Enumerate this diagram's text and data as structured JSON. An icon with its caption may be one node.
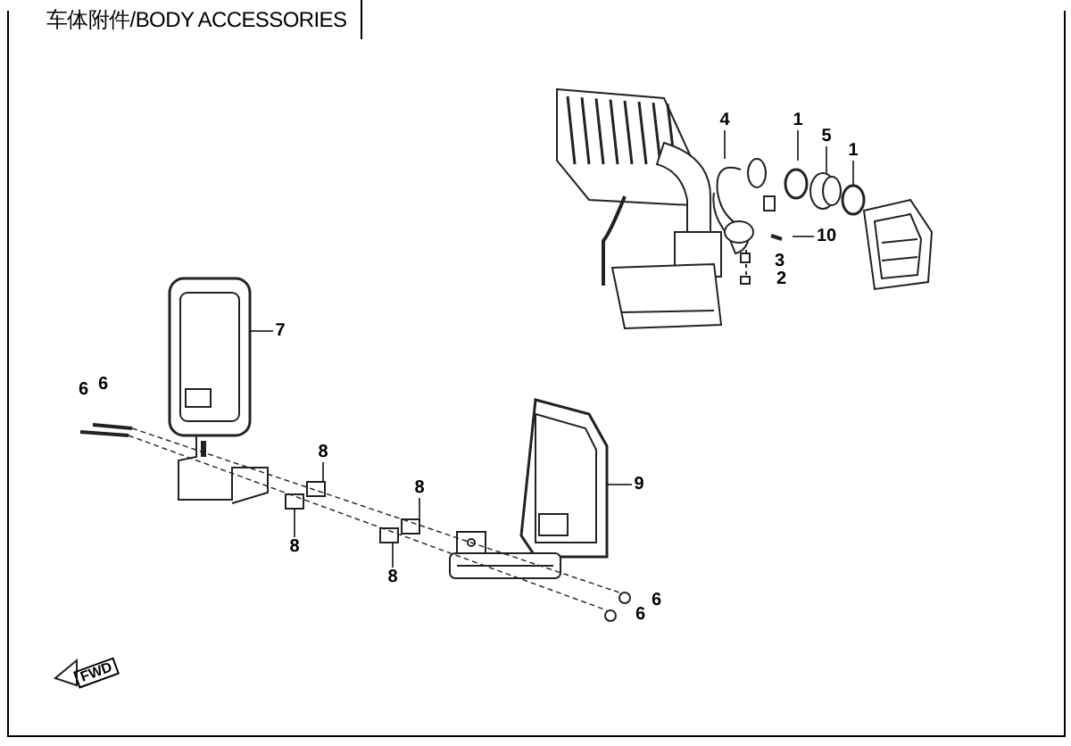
{
  "diagram": {
    "title": "车体附件/BODY ACCESSORIES",
    "nodes": [
      {
        "text": [
          "4"
        ]
      },
      {
        "text": [
          "1"
        ]
      },
      {
        "text": [
          "5"
        ]
      },
      {
        "text": [
          "1"
        ]
      },
      {
        "text": [
          "10"
        ]
      },
      {
        "text": [
          "7"
        ]
      },
      {
        "text": [
          "8"
        ]
      },
      {
        "text": [
          "8"
        ]
      },
      {
        "text": [
          "8"
        ]
      },
      {
        "text": [
          "8"
        ]
      },
      {
        "text": [
          "9"
        ]
      },
      {
        "text": [],
        "shape": "circle"
      },
      {
        "text": [],
        "shape": "circle"
      },
      {
        "text": [],
        "shape": "picture"
      },
      {
        "text": [],
        "shape": "picture"
      },
      {
        "text": [],
        "shape": "box"
      },
      {
        "text": [],
        "shape": "box"
      },
      {
        "text": [],
        "shape": "box"
      },
      {
        "text": [],
        "shape": "box"
      }
    ],
    "edges": [
      {
        "from": 0,
        "to": null,
        "arrow": "none"
      },
      {
        "from": 1,
        "to": null,
        "arrow": "none"
      },
      {
        "from": 2,
        "to": 11,
        "arrow": "none"
      },
      {
        "from": 3,
        "to": 12,
        "arrow": "none"
      },
      {
        "from": 4,
        "to": null,
        "arrow": "none"
      },
      {
        "from": 5,
        "to": 13,
        "arrow": "none"
      },
      {
        "from": 6,
        "to": 16,
        "arrow": "none"
      },
      {
        "from": 7,
        "to": 15,
        "arrow": "none"
      },
      {
        "from": 8,
        "to": 18,
        "arrow": "none"
      },
      {
        "from": 9,
        "to": 17,
        "arrow": "none"
      },
      {
        "from": 10,
        "to": 14,
        "arrow": "none"
      }
    ],
    "labels": [
      "3",
      "2",
      "6",
      "6",
      "6",
      "6",
      "FWD"
    ]
  }
}
